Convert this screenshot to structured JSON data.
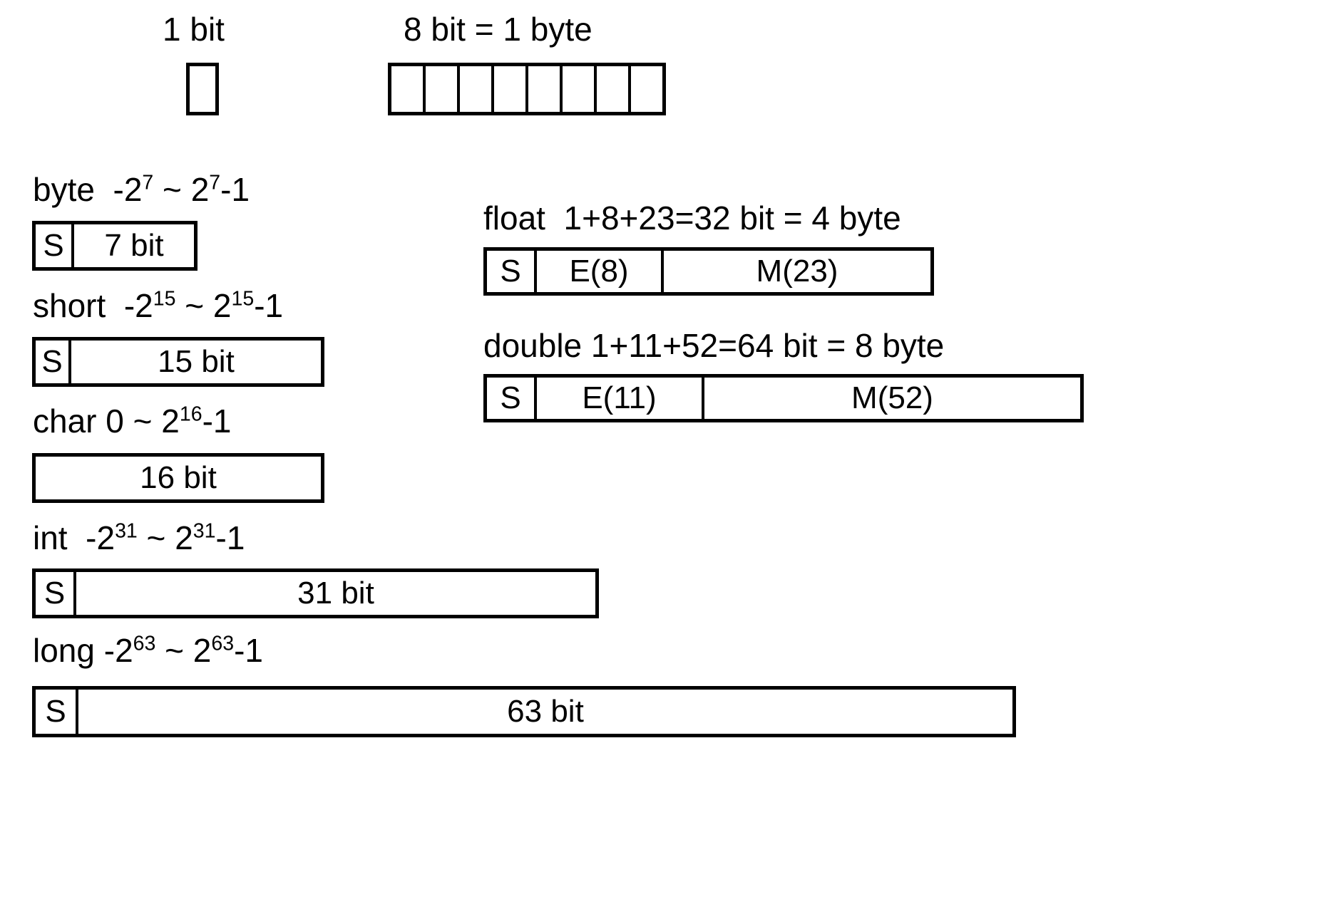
{
  "legend": {
    "one_bit": {
      "label": "1 bit",
      "cells": 1
    },
    "one_byte": {
      "label": "8 bit = 1 byte",
      "cells": 8
    }
  },
  "integral_types": [
    {
      "name": "byte",
      "header_name": "byte",
      "header_range": "-2^7 ~ 2^7-1",
      "range_base": "2",
      "range_exp": "7",
      "sign_label": "S",
      "magnitude_label": "7 bit"
    },
    {
      "name": "short",
      "header_name": "short",
      "header_range": "-2^15 ~ 2^15-1",
      "range_base": "2",
      "range_exp": "15",
      "sign_label": "S",
      "magnitude_label": "15 bit"
    },
    {
      "name": "char",
      "header_name": "char",
      "header_range": "0 ~ 2^16-1",
      "range_base": "2",
      "range_exp": "16",
      "sign_label": null,
      "magnitude_label": "16 bit"
    },
    {
      "name": "int",
      "header_name": "int",
      "header_range": "-2^31 ~ 2^31-1",
      "range_base": "2",
      "range_exp": "31",
      "sign_label": "S",
      "magnitude_label": "31 bit"
    },
    {
      "name": "long",
      "header_name": "long",
      "header_range": "-2^63 ~ 2^63-1",
      "range_base": "2",
      "range_exp": "63",
      "sign_label": "S",
      "magnitude_label": "63 bit"
    }
  ],
  "floating_types": [
    {
      "name": "float",
      "header": "float  1+8+23=32 bit = 4 byte",
      "sign_label": "S",
      "exponent_label": "E(8)",
      "mantissa_label": "M(23)"
    },
    {
      "name": "double",
      "header": "double 1+11+52=64 bit = 8 byte",
      "sign_label": "S",
      "exponent_label": "E(11)",
      "mantissa_label": "M(52)"
    }
  ],
  "colors": {
    "ink": "#000000",
    "paper": "#ffffff"
  }
}
